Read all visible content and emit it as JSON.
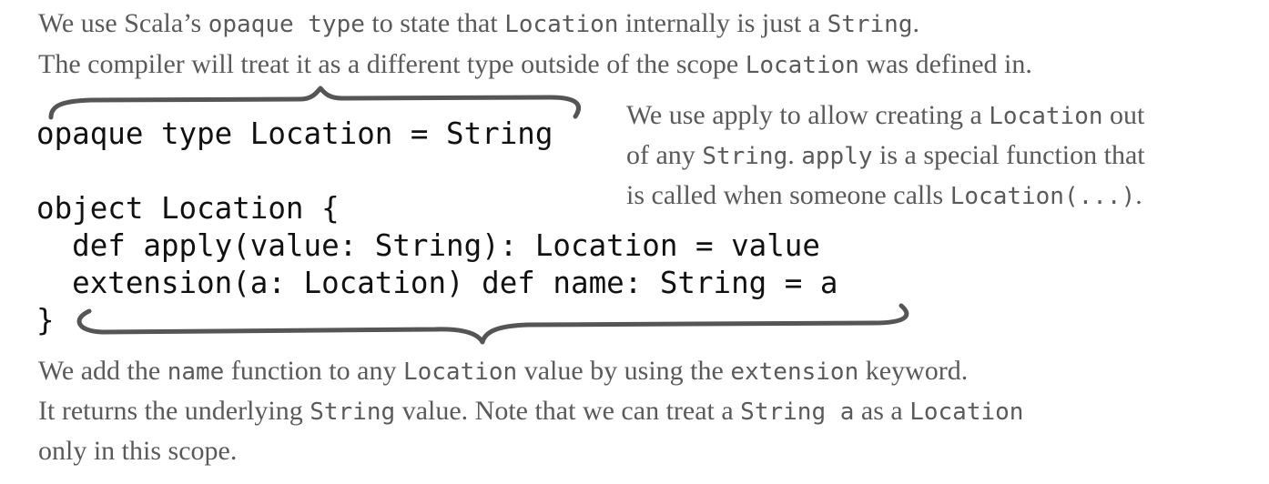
{
  "top_annotation": {
    "line1": [
      {
        "t": "We use Scala’s ",
        "m": false
      },
      {
        "t": "opaque type",
        "m": true
      },
      {
        "t": " to state that ",
        "m": false
      },
      {
        "t": "Location",
        "m": true
      },
      {
        "t": " internally is just a ",
        "m": false
      },
      {
        "t": "String",
        "m": true
      },
      {
        "t": ".",
        "m": false
      }
    ],
    "line2": [
      {
        "t": "The compiler will treat it as a different type outside of the scope ",
        "m": false
      },
      {
        "t": "Location",
        "m": true
      },
      {
        "t": " was defined in.",
        "m": false
      }
    ]
  },
  "right_annotation": {
    "line1": [
      {
        "t": "We use apply to allow creating a ",
        "m": false
      },
      {
        "t": "Location",
        "m": true
      },
      {
        "t": " out",
        "m": false
      }
    ],
    "line2": [
      {
        "t": "of any ",
        "m": false
      },
      {
        "t": "String",
        "m": true
      },
      {
        "t": ". ",
        "m": false
      },
      {
        "t": "apply",
        "m": true
      },
      {
        "t": " is a special function that",
        "m": false
      }
    ],
    "line3": [
      {
        "t": "is called when someone calls ",
        "m": false
      },
      {
        "t": "Location(...)",
        "m": true
      },
      {
        "t": ".",
        "m": false
      }
    ]
  },
  "code": {
    "line1": "opaque type Location = String",
    "line2": "object Location {",
    "line3": "  def apply(value: String): Location = value",
    "line4": "  extension(a: Location) def name: String = a",
    "line5": "}"
  },
  "bottom_annotation": {
    "line1": [
      {
        "t": "We add the ",
        "m": false
      },
      {
        "t": "name",
        "m": true
      },
      {
        "t": " function to any ",
        "m": false
      },
      {
        "t": "Location",
        "m": true
      },
      {
        "t": " value by using the ",
        "m": false
      },
      {
        "t": "extension",
        "m": true
      },
      {
        "t": " keyword.",
        "m": false
      }
    ],
    "line2": [
      {
        "t": "It returns the underlying ",
        "m": false
      },
      {
        "t": "String",
        "m": true
      },
      {
        "t": " value. Note that we can treat a ",
        "m": false
      },
      {
        "t": "String a",
        "m": true
      },
      {
        "t": " as a ",
        "m": false
      },
      {
        "t": "Location",
        "m": true
      }
    ],
    "line3": [
      {
        "t": "only in this scope.",
        "m": false
      }
    ]
  },
  "colors": {
    "annotation_text": "#5a5a5a",
    "code_text": "#111111",
    "brace_stroke": "#555555"
  }
}
